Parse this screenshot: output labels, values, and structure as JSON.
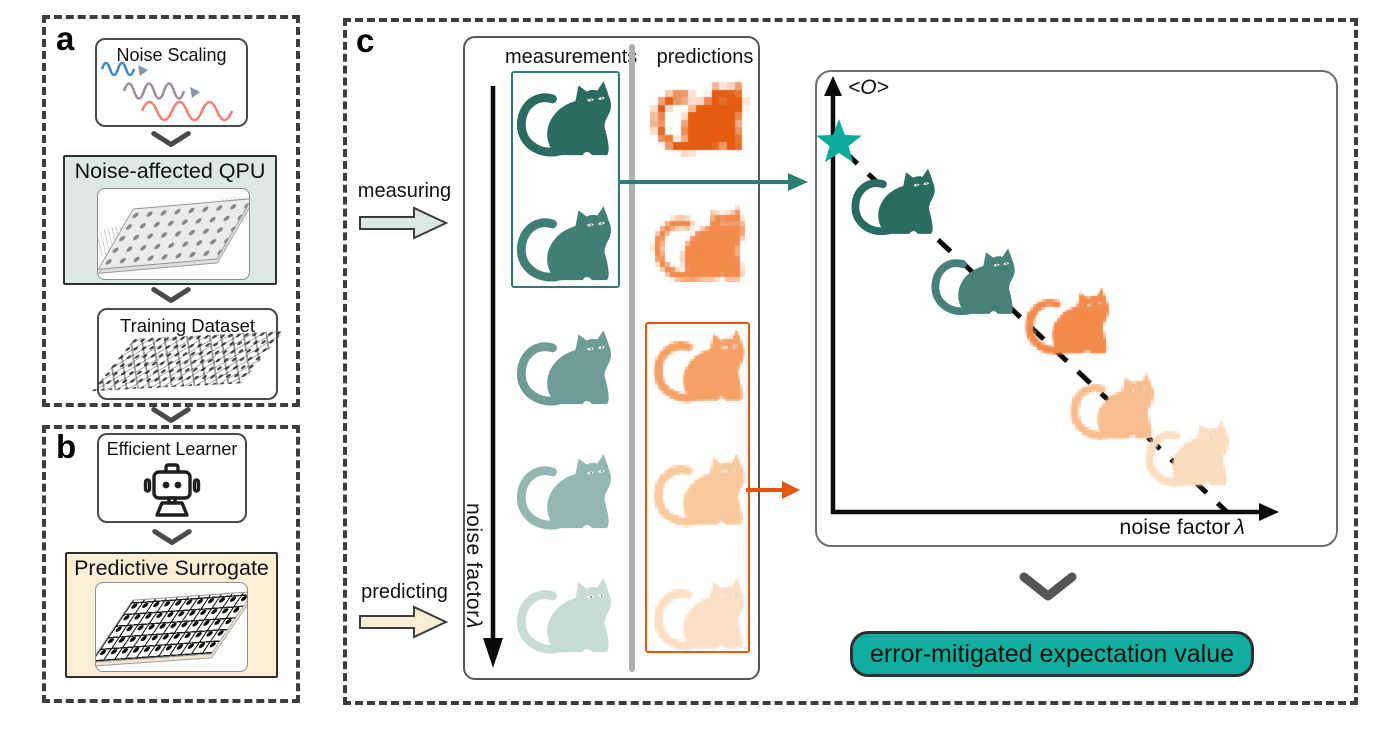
{
  "panel_a": {
    "label": "a",
    "noise_scaling": {
      "title": "Noise Scaling"
    },
    "qpu": {
      "title": "Noise-affected QPU"
    },
    "training": {
      "title": "Training Dataset"
    }
  },
  "panel_b": {
    "label": "b",
    "learner": {
      "title": "Efficient Learner"
    },
    "surrogate": {
      "title": "Predictive Surrogate"
    }
  },
  "panel_c": {
    "label": "c",
    "headers": {
      "measurements": "measurements",
      "predictions": "predictions"
    },
    "flow_labels": {
      "measuring": "measuring",
      "predicting": "predicting"
    },
    "noise_axis": {
      "text": "noise factor",
      "symbol": "λ"
    },
    "measurement_cats": [
      "#2a6b62",
      "#417f76",
      "#6f9d96",
      "#94b7b1",
      "#c7dcd6"
    ],
    "prediction_cats": [
      "#e45c10",
      "#f28a4c",
      "#f5a066",
      "#f9c89b",
      "#fbdfc4"
    ],
    "plot": {
      "y_axis_label": "<O>",
      "x_axis_label": {
        "text": "noise factor",
        "symbol": "λ"
      },
      "star_color": "#0cab9c",
      "points": [
        {
          "type": "measurement",
          "color": "#2a6b62"
        },
        {
          "type": "measurement",
          "color": "#47817a"
        },
        {
          "type": "prediction",
          "color": "#f28a4c"
        },
        {
          "type": "prediction",
          "color": "#f8bd8e"
        },
        {
          "type": "prediction",
          "color": "#fbdcbe"
        }
      ]
    },
    "badge": {
      "text": "error-mitigated expectation value",
      "bg": "#0fae9e"
    }
  },
  "colors": {
    "measure_accent": "#2e7d72",
    "predict_accent": "#e4570f",
    "qpu_bg": "#dce8e2",
    "surrogate_bg": "#fbeed6",
    "wave_blue": "#3f87c0",
    "wave_purple": "#9b8fa0",
    "wave_red": "#fa8072",
    "triangle": "#8297a9"
  }
}
